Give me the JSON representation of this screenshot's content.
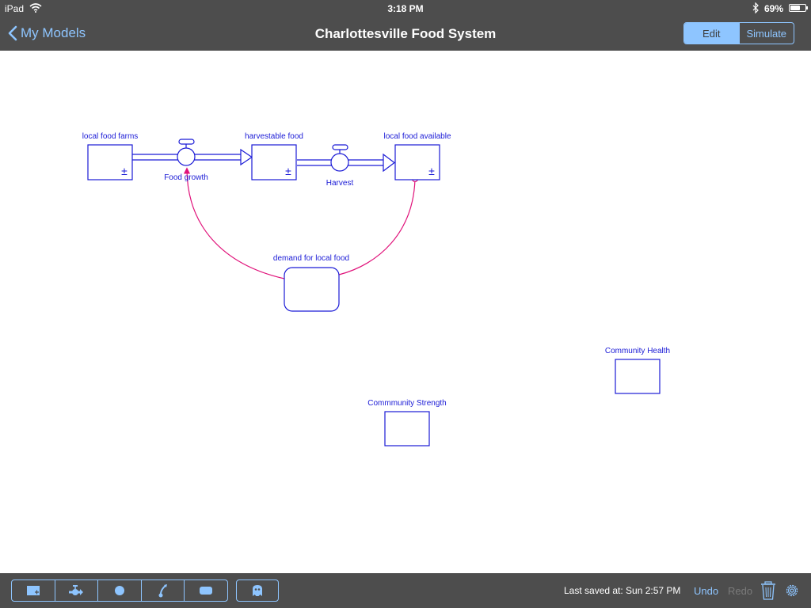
{
  "status_bar": {
    "carrier": "iPad",
    "time": "3:18 PM",
    "battery": "69%",
    "battery_level": 0.69,
    "icons": [
      "wifi-icon",
      "bluetooth-icon",
      "battery-icon"
    ]
  },
  "nav": {
    "back_label": "My Models",
    "title": "Charlottesville Food System",
    "modes": {
      "edit": "Edit",
      "simulate": "Simulate"
    },
    "active_mode": "Edit"
  },
  "model": {
    "stocks": {
      "local_food_farms": "local food farms",
      "harvestable_food": "harvestable food",
      "local_food_available": "local food available",
      "community_health": "Community Health",
      "community_strength": "Commmunity Strength"
    },
    "stock_marker": "±",
    "flows": {
      "food_growth": "Food growth",
      "harvest": "Harvest"
    },
    "variables": {
      "demand_for_local_food": "demand for local food"
    }
  },
  "toolbar": {
    "tools": [
      "stock-tool-icon",
      "flow-tool-icon",
      "variable-tool-icon",
      "link-tool-icon",
      "converter-tool-icon"
    ],
    "ghost_tool": "ghost-icon",
    "last_saved": "Last saved at: Sun 2:57 PM",
    "undo": "Undo",
    "redo": "Redo"
  },
  "colors": {
    "bar_background": "#4d4d4d",
    "accent": "#8ec5ff",
    "diagram_blue": "#1a1ad6",
    "link_pink": "#e0127a"
  }
}
